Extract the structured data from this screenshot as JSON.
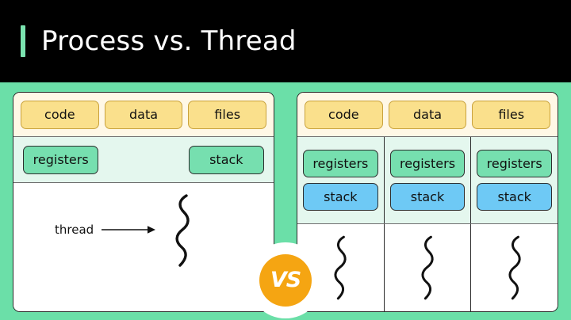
{
  "header": {
    "title": "Process vs. Thread",
    "background_color": "#000000",
    "text_color": "#FFFFFF",
    "accent_color": "#7BE3B0"
  },
  "stage": {
    "background_color": "#6BDFA8"
  },
  "badge": {
    "label": "VS",
    "circle_color": "#F5A512",
    "ring_color": "#FFFFFF",
    "text_color": "#FFFFFF"
  },
  "colors": {
    "yellow_chip": "#FAE08C",
    "yellow_chip_border": "#C9A23C",
    "green_chip": "#76DFAF",
    "blue_chip": "#6EC9F5",
    "strip_top_bg": "#FFF8E6",
    "strip_mid_bg": "#E4F7EE",
    "card_bg": "#FFFFFF",
    "outline": "#2d2d2d"
  },
  "process_panel": {
    "name": "process",
    "top_row": [
      {
        "label": "code"
      },
      {
        "label": "data"
      },
      {
        "label": "files"
      }
    ],
    "mid_row": [
      {
        "label": "registers"
      },
      {
        "label": "stack"
      }
    ],
    "thread_label": "thread",
    "thread_count": 1
  },
  "thread_panel": {
    "name": "multithreaded-process",
    "top_row": [
      {
        "label": "code"
      },
      {
        "label": "data"
      },
      {
        "label": "files"
      }
    ],
    "columns": [
      {
        "registers": "registers",
        "stack": "stack"
      },
      {
        "registers": "registers",
        "stack": "stack"
      },
      {
        "registers": "registers",
        "stack": "stack"
      }
    ],
    "thread_count": 3
  }
}
